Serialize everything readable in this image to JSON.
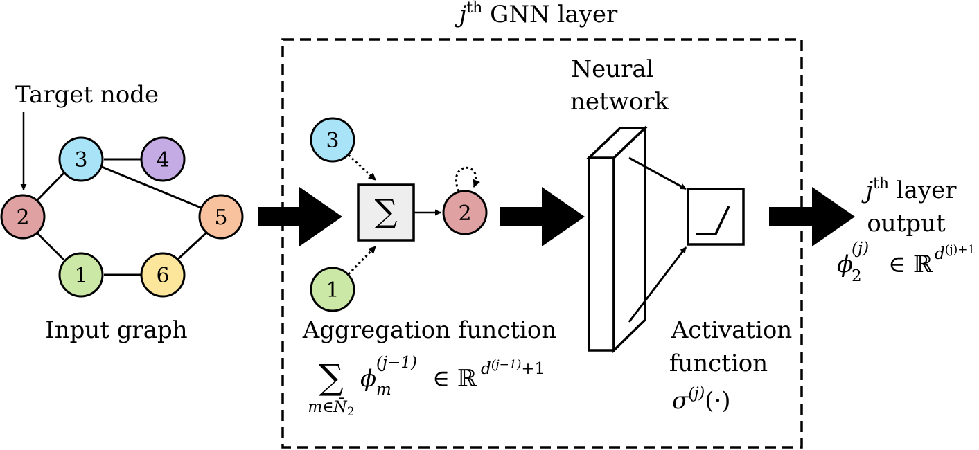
{
  "layer_title": {
    "italic": "j",
    "sup": "th",
    "rest": " GNN layer"
  },
  "input_graph": {
    "target_label": "Target node",
    "caption": "Input graph",
    "nodes": [
      {
        "id": "1",
        "color": "#cce8a6"
      },
      {
        "id": "2",
        "color": "#e0a1a2"
      },
      {
        "id": "3",
        "color": "#a9e3f7"
      },
      {
        "id": "4",
        "color": "#c4abe3"
      },
      {
        "id": "5",
        "color": "#f9c29f"
      },
      {
        "id": "6",
        "color": "#fbe69b"
      }
    ]
  },
  "aggregation": {
    "neighbors": [
      {
        "id": "3",
        "color": "#a9e3f7"
      },
      {
        "id": "1",
        "color": "#cce8a6"
      }
    ],
    "sum_symbol": "∑",
    "target": {
      "id": "2",
      "color": "#e0a1a2"
    },
    "caption": "Aggregation function",
    "formula": {
      "sum": "∑",
      "subscript": "m∈N̄",
      "subscript_index": "2",
      "phi": "ϕ",
      "phi_sub": "m",
      "phi_sup": "(j−1)",
      "member": "∈ ℝ",
      "dim_base": "d",
      "dim_sup": "(j−1)",
      "dim_tail": "+1"
    }
  },
  "neural_network": {
    "label_line1": "Neural",
    "label_line2": "network"
  },
  "activation": {
    "caption_line1": "Activation",
    "caption_line2": "function",
    "sigma": "σ",
    "sigma_sup": "(j)",
    "sigma_arg": "(·)"
  },
  "output": {
    "title_italic": "j",
    "title_sup": "th",
    "title_rest": " layer",
    "title_line2": "output",
    "phi": "ϕ",
    "phi_sub": "2",
    "phi_sup": "(j)",
    "member": "∈ ℝ",
    "dim_base": "d",
    "dim_sup": "(j)+1"
  }
}
